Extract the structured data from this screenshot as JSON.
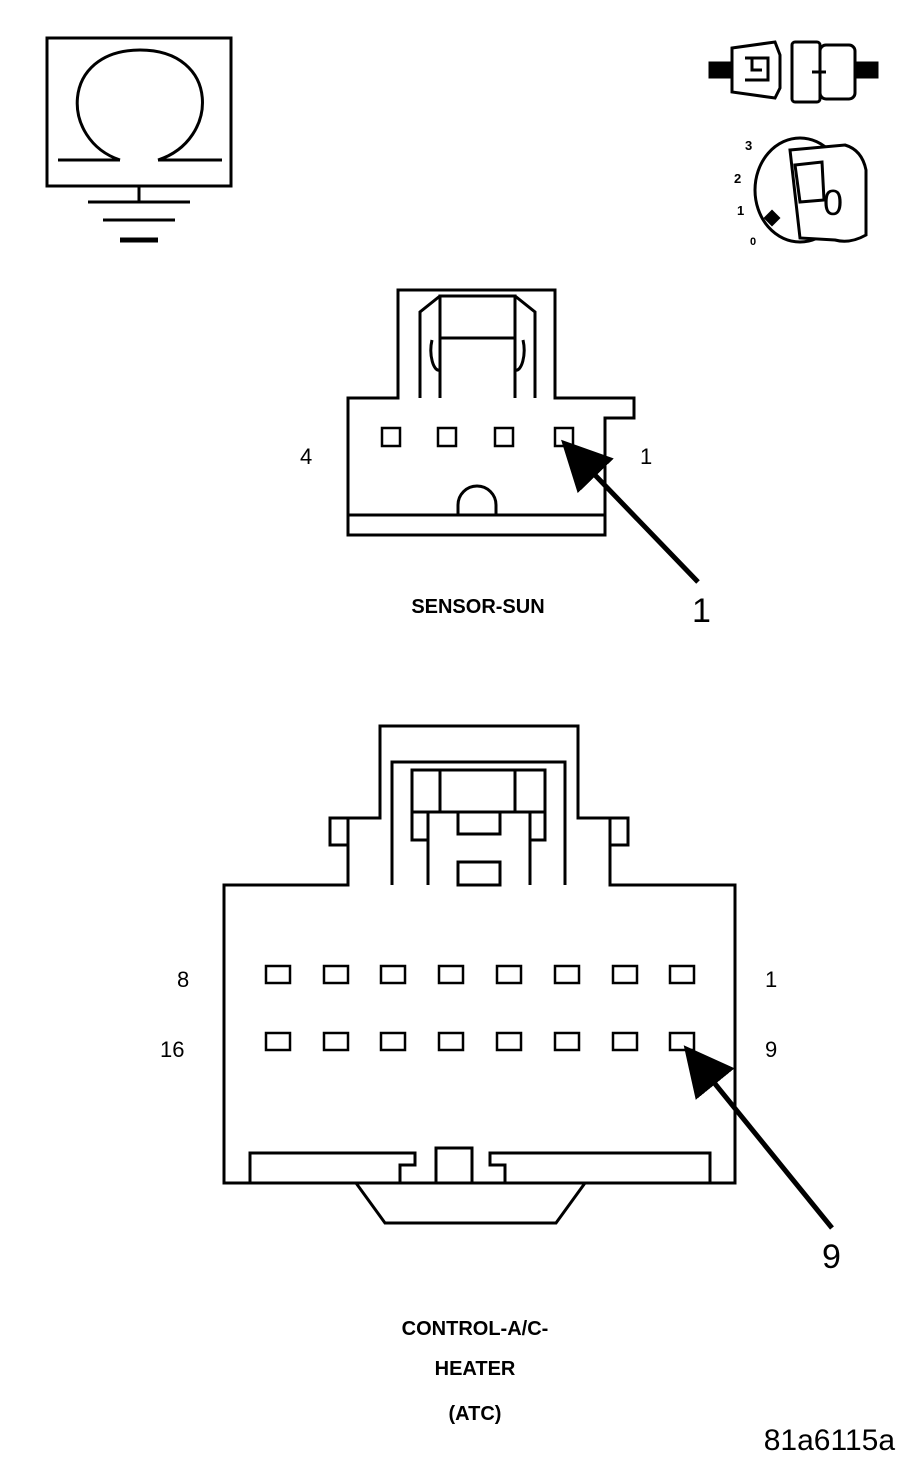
{
  "icons": {
    "ohmmeter": "ohmmeter-ground-icon",
    "disconnect": "connector-disconnect-icon",
    "ignition": "ignition-key-icon"
  },
  "ignition_positions": [
    "3",
    "2",
    "1",
    "0"
  ],
  "ignition_key_glyph": "0",
  "sun_sensor": {
    "title": "SENSOR-SUN",
    "pin_left_label": "4",
    "pin_right_label": "1",
    "callout": "1"
  },
  "atc_control": {
    "title_lines": [
      "CONTROL-A/C-",
      "HEATER",
      "(ATC)"
    ],
    "row1_left_label": "8",
    "row1_right_label": "1",
    "row2_left_label": "16",
    "row2_right_label": "9",
    "callout": "9"
  },
  "figure_id": "81a6115a",
  "colors": {
    "ink": "#000000",
    "background": "#ffffff"
  }
}
